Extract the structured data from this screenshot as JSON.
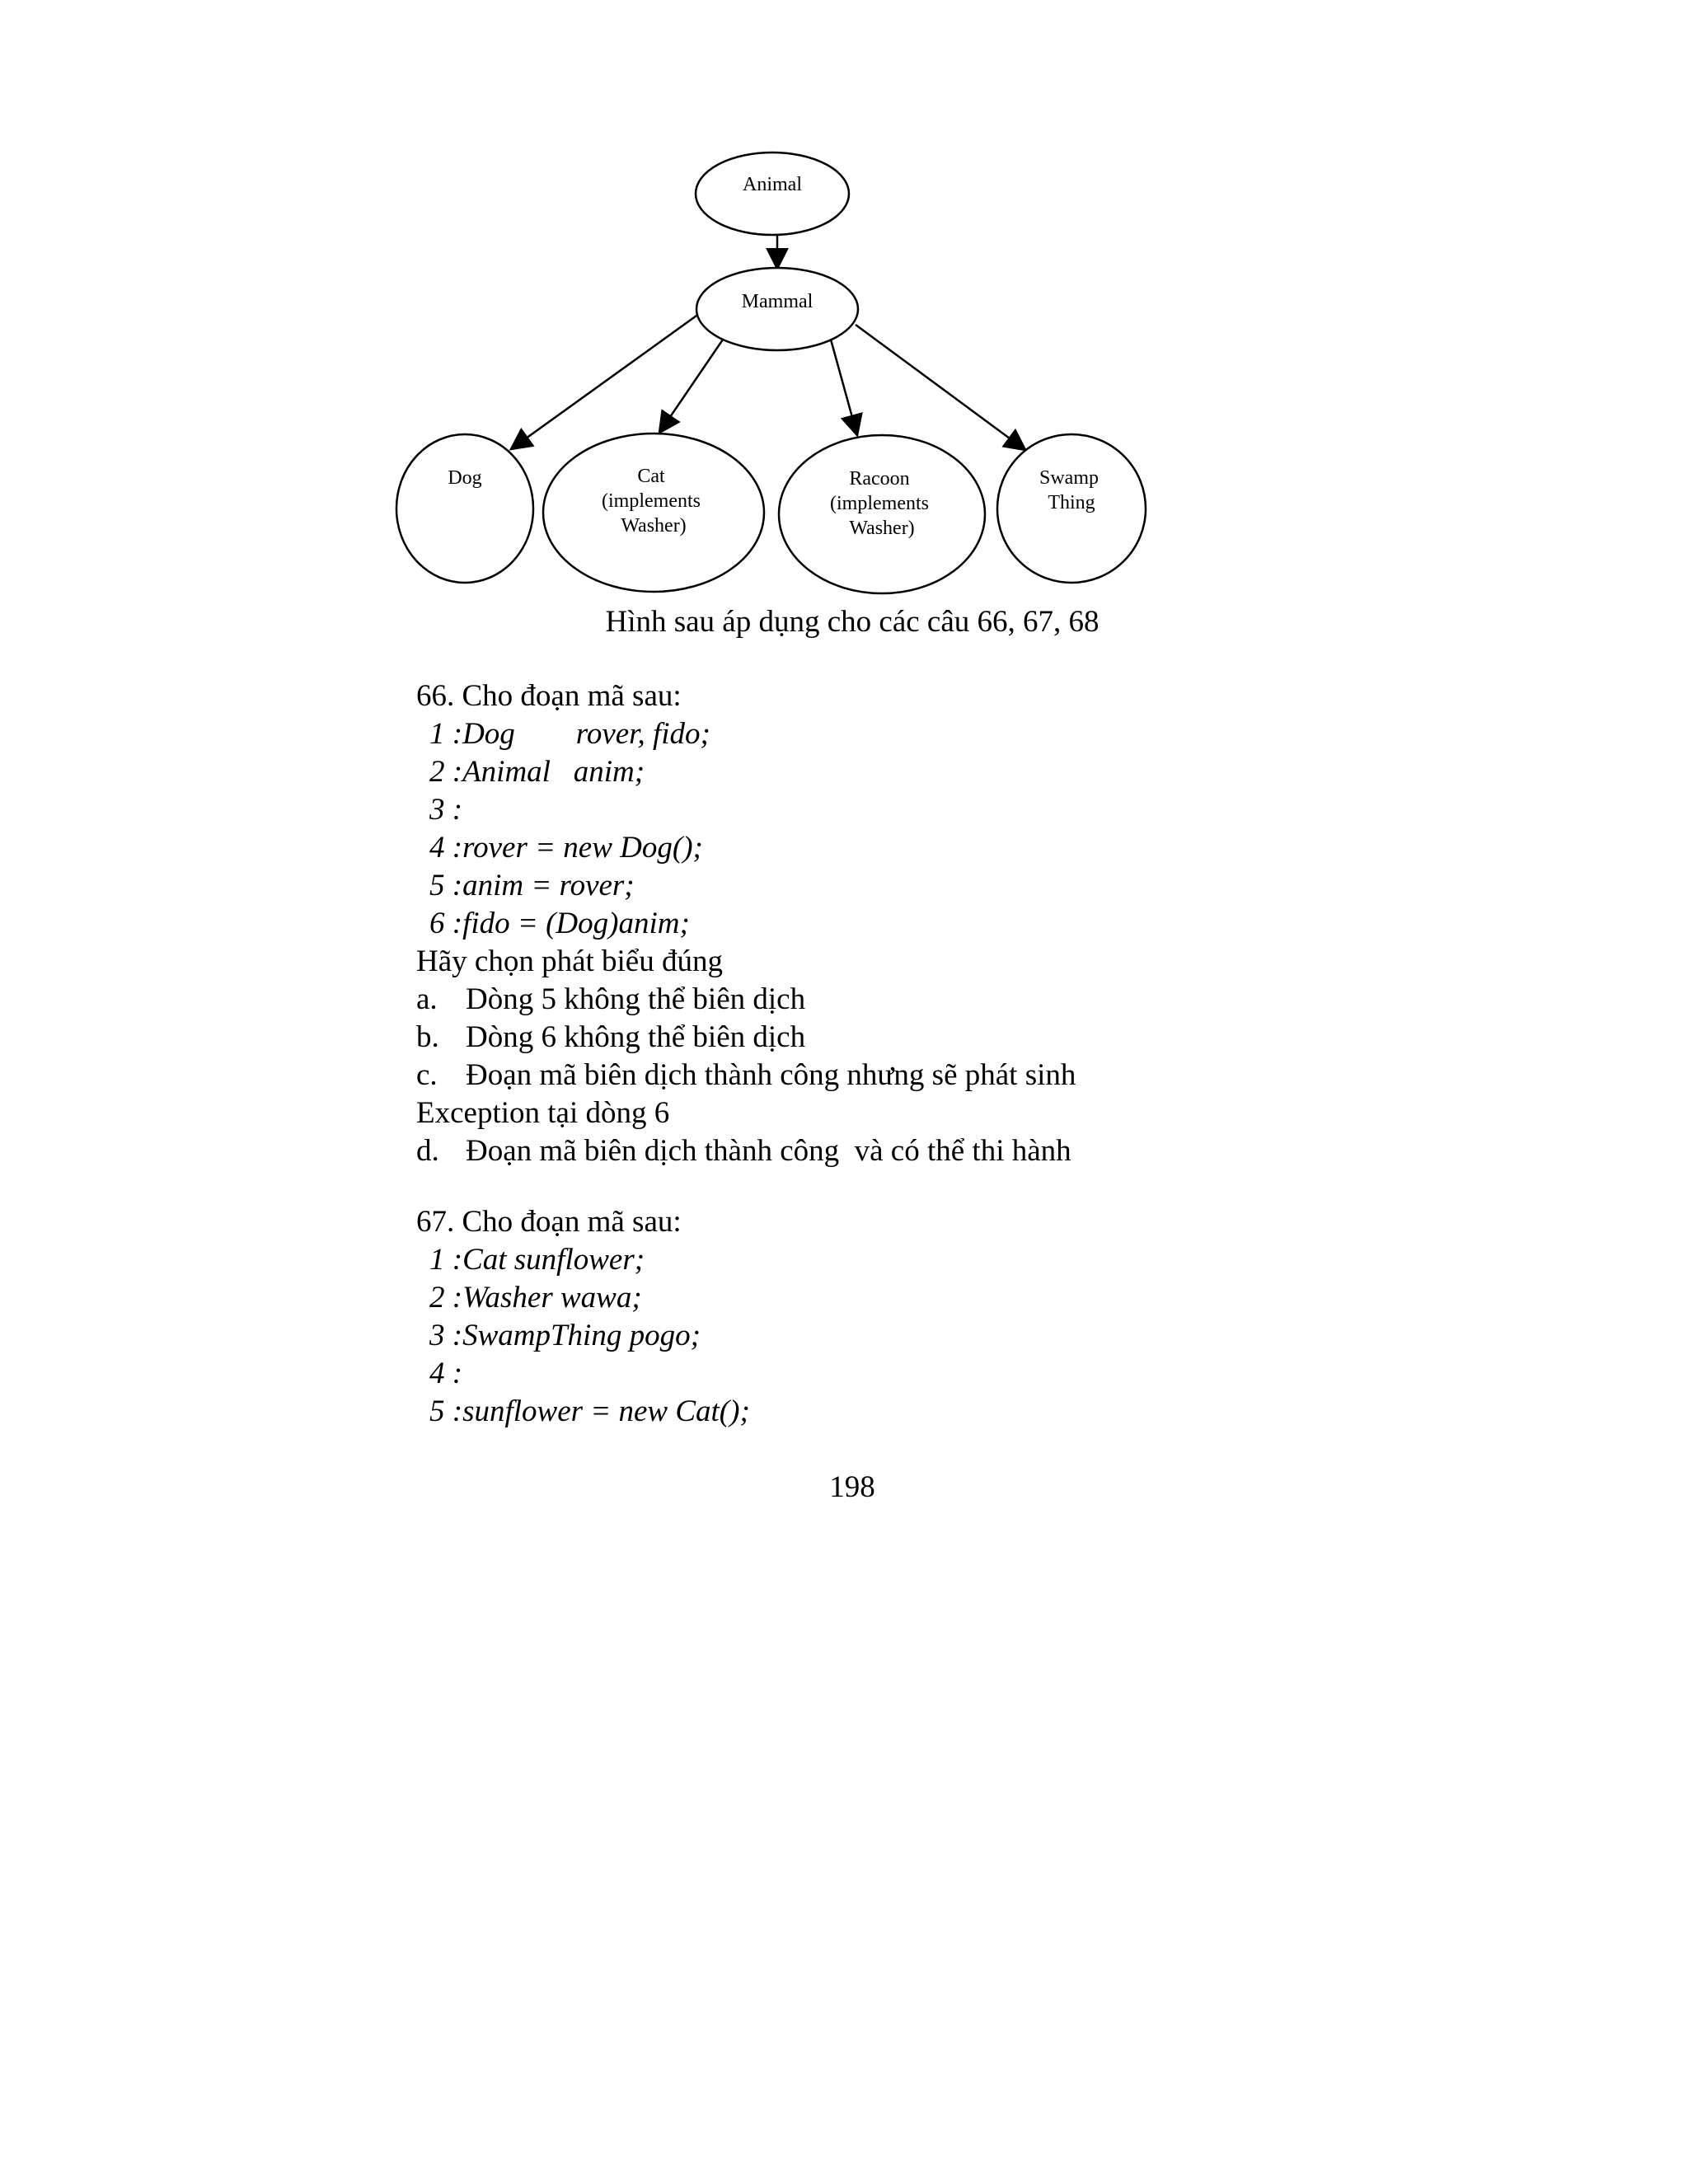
{
  "diagram": {
    "nodes": {
      "animal": [
        "Animal"
      ],
      "mammal": [
        "Mammal"
      ],
      "dog": [
        "Dog"
      ],
      "cat": [
        "Cat",
        "(implements",
        "Washer)"
      ],
      "racoon": [
        "Racoon",
        "(implements",
        "Washer)"
      ],
      "swamp": [
        "Swamp",
        "Thing"
      ]
    },
    "edges": [
      [
        "animal",
        "mammal"
      ],
      [
        "mammal",
        "dog"
      ],
      [
        "mammal",
        "cat"
      ],
      [
        "mammal",
        "racoon"
      ],
      [
        "mammal",
        "swamp"
      ]
    ]
  },
  "caption": "Hình sau áp dụng cho các câu 66, 67, 68",
  "q66": {
    "heading": "66. Cho đoạn mã sau:",
    "code": [
      "1 :Dog        rover, fido;",
      "2 :Animal   anim;",
      "3 :",
      "4 :rover = new Dog();",
      "5 :anim = rover;",
      "6 :fido = (Dog)anim;"
    ],
    "prompt": "Hãy chọn phát biểu đúng",
    "options": [
      {
        "letter": "a.",
        "text": "Dòng 5 không thể biên dịch"
      },
      {
        "letter": "b.",
        "text": "Dòng 6 không thể biên dịch"
      },
      {
        "letter": "c.",
        "text": "Đoạn mã biên dịch thành công nhưng sẽ phát sinh"
      },
      {
        "letter": "",
        "text": "Exception tại dòng 6"
      },
      {
        "letter": "d.",
        "text": "Đoạn mã biên dịch thành công  và có thể thi hành"
      }
    ]
  },
  "q67": {
    "heading": "67. Cho đoạn mã sau:",
    "code": [
      "1 :Cat sunflower;",
      "2 :Washer wawa;",
      "3 :SwampThing pogo;",
      "4 :",
      "5 :sunflower = new Cat();"
    ]
  },
  "page_number": "198"
}
